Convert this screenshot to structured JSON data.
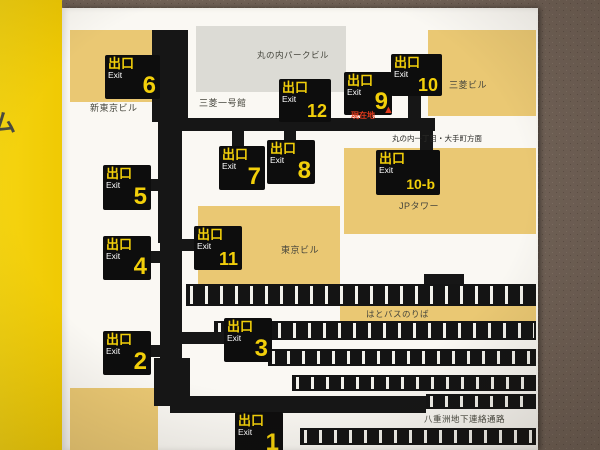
{
  "colors": {
    "accent_yellow": "#f2cf0a",
    "building_tan": "#eac873",
    "passage_black": "#161616",
    "alert_red": "#e0391b",
    "wall_brown": "#6f6055"
  },
  "side_text": "ム",
  "exit_label": {
    "jp": "出口",
    "en": "Exit"
  },
  "exits": {
    "e1": "1",
    "e2": "2",
    "e3": "3",
    "e4": "4",
    "e5": "5",
    "e6": "6",
    "e7": "7",
    "e8": "8",
    "e9": "9",
    "e10": "10",
    "e10b": "10-b",
    "e11": "11",
    "e12": "12"
  },
  "buildings": {
    "marunouchi_park": "丸の内パークビル",
    "mitsubishi_ichigokan": "三菱一号館",
    "shin_tokyo": "新東京ビル",
    "mitsubishi": "三菱ビル",
    "jp_tower": "JPタワー",
    "tokyo": "東京ビル",
    "hato_bus": "はとバスのりば",
    "yaesu_passage": "八重洲地下連絡通路"
  },
  "annotations": {
    "current_location": "現在地",
    "current_location_marker": "▲",
    "direction": "丸の内一丁目・大手町方面"
  }
}
